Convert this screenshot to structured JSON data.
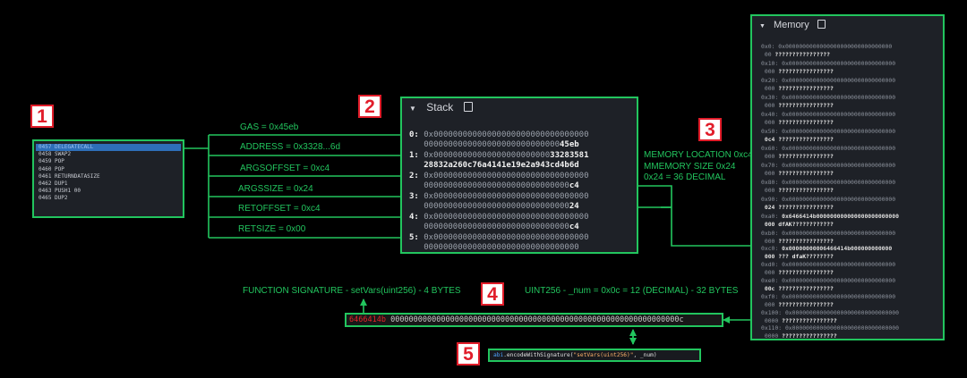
{
  "badges": [
    "1",
    "2",
    "3",
    "4",
    "5"
  ],
  "opcodes": [
    "0457 DELEGATECALL",
    "0458 SWAP2",
    "0459 POP",
    "0460 POP",
    "0461 RETURNDATASIZE",
    "0462 DUP1",
    "0463 PUSH1 00",
    "0465 DUP2"
  ],
  "stack": {
    "title": "Stack",
    "rows": [
      {
        "idx": "0:",
        "line1": "0x00000000000000000000000000000000",
        "line2_dim": "0000000000000000000000000000",
        "line2_bold": "45eb"
      },
      {
        "idx": "1:",
        "line1_dim": "0x000000000000000000000000",
        "line1_bold": "33283581",
        "line2_bold": "28832a260c76a4141e19e2a943cd4b6d"
      },
      {
        "idx": "2:",
        "line1": "0x00000000000000000000000000000000",
        "line2_dim": "000000000000000000000000000000",
        "line2_bold": "c4"
      },
      {
        "idx": "3:",
        "line1": "0x00000000000000000000000000000000",
        "line2_dim": "000000000000000000000000000000",
        "line2_bold": "24"
      },
      {
        "idx": "4:",
        "line1": "0x00000000000000000000000000000000",
        "line2_dim": "000000000000000000000000000000",
        "line2_bold": "c4"
      },
      {
        "idx": "5:",
        "line1": "0x00000000000000000000000000000000",
        "line2_dim": "00000000000000000000000000000000",
        "line2_bold": ""
      }
    ]
  },
  "stack_labels": [
    "GAS = 0x45eb",
    "ADDRESS = 0x3328...6d",
    "ARGSOFFSET = 0xc4",
    "ARGSSIZE = 0x24",
    "RETOFFSET = 0xc4",
    "RETSIZE = 0x00"
  ],
  "memory_note": [
    "MEMORY LOCATION 0xc4",
    "MMEMORY SIZE 0x24",
    "0x24 = 36 DECIMAL"
  ],
  "memory": {
    "title": "Memory",
    "rows": [
      {
        "addr": "0x0:",
        "l1": "0x0000000000000000000000000000000",
        "l2": "00",
        "q": "????????????????"
      },
      {
        "addr": "0x10:",
        "l1": "0x0000000000000000000000000000000",
        "l2": "000",
        "q": "????????????????"
      },
      {
        "addr": "0x20:",
        "l1": "0x0000000000000000000000000000000",
        "l2": "000",
        "q": "????????????????"
      },
      {
        "addr": "0x30:",
        "l1": "0x0000000000000000000000000000000",
        "l2": "000",
        "q": "????????????????"
      },
      {
        "addr": "0x40:",
        "l1": "0x0000000000000000000000000000000",
        "l2": "000",
        "q": "????????????????"
      },
      {
        "addr": "0x50:",
        "l1": "0x0000000000000000000000000000000",
        "l2": "0c4",
        "q": "????????????????"
      },
      {
        "addr": "0x60:",
        "l1": "0x0000000000000000000000000000000",
        "l2": "000",
        "q": "????????????????"
      },
      {
        "addr": "0x70:",
        "l1": "0x0000000000000000000000000000000",
        "l2": "000",
        "q": "????????????????"
      },
      {
        "addr": "0x80:",
        "l1": "0x0000000000000000000000000000000",
        "l2": "000",
        "q": "????????????????"
      },
      {
        "addr": "0x90:",
        "l1": "0x0000000000000000000000000000000",
        "l2": "024",
        "q": "????????????????"
      },
      {
        "addr": "0xa0:",
        "l1": "0x6466414b000000000000000000000000",
        "l2": "000",
        "q": "dfAK????????????"
      },
      {
        "addr": "0xb0:",
        "l1": "0x0000000000000000000000000000000",
        "l2": "000",
        "q": "????????????????"
      },
      {
        "addr": "0xc0:",
        "l1": "0x00000000006466414b000000000000",
        "l2": "000",
        "q": "??? dfaK????????"
      },
      {
        "addr": "0xd0:",
        "l1": "0x0000000000000000000000000000000",
        "l2": "000",
        "q": "????????????????"
      },
      {
        "addr": "0xe0:",
        "l1": "0x0000000000000000000000000000000",
        "l2": "00c",
        "q": "????????????????"
      },
      {
        "addr": "0xf0:",
        "l1": "0x0000000000000000000000000000000",
        "l2": "000",
        "q": "????????????????"
      },
      {
        "addr": "0x100:",
        "l1": "0x0000000000000000000000000000000",
        "l2": "0000",
        "q": "????????????????"
      },
      {
        "addr": "0x110:",
        "l1": "0x0000000000000000000000000000000",
        "l2": "0000",
        "q": "????????????????"
      }
    ]
  },
  "func_sig_label": "FUNCTION SIGNATURE - setVars(uint256) - 4 BYTES",
  "uint_label": "UINT256 - _num = 0x0c = 12 (DECIMAL) - 32 BYTES",
  "hexbar": {
    "selector": "6466414b",
    "rest": "000000000000000000000000000000000000000000000000000000000000000c"
  },
  "code": {
    "obj": "abi",
    "method": ".encodeWithSignature(",
    "arg_str": "\"setVars(uint256)\"",
    "arg_rest": ", _num)"
  },
  "colors": {
    "accent": "#22c55e",
    "badge_red": "#e11d2a",
    "selector_red": "#e5242a"
  }
}
